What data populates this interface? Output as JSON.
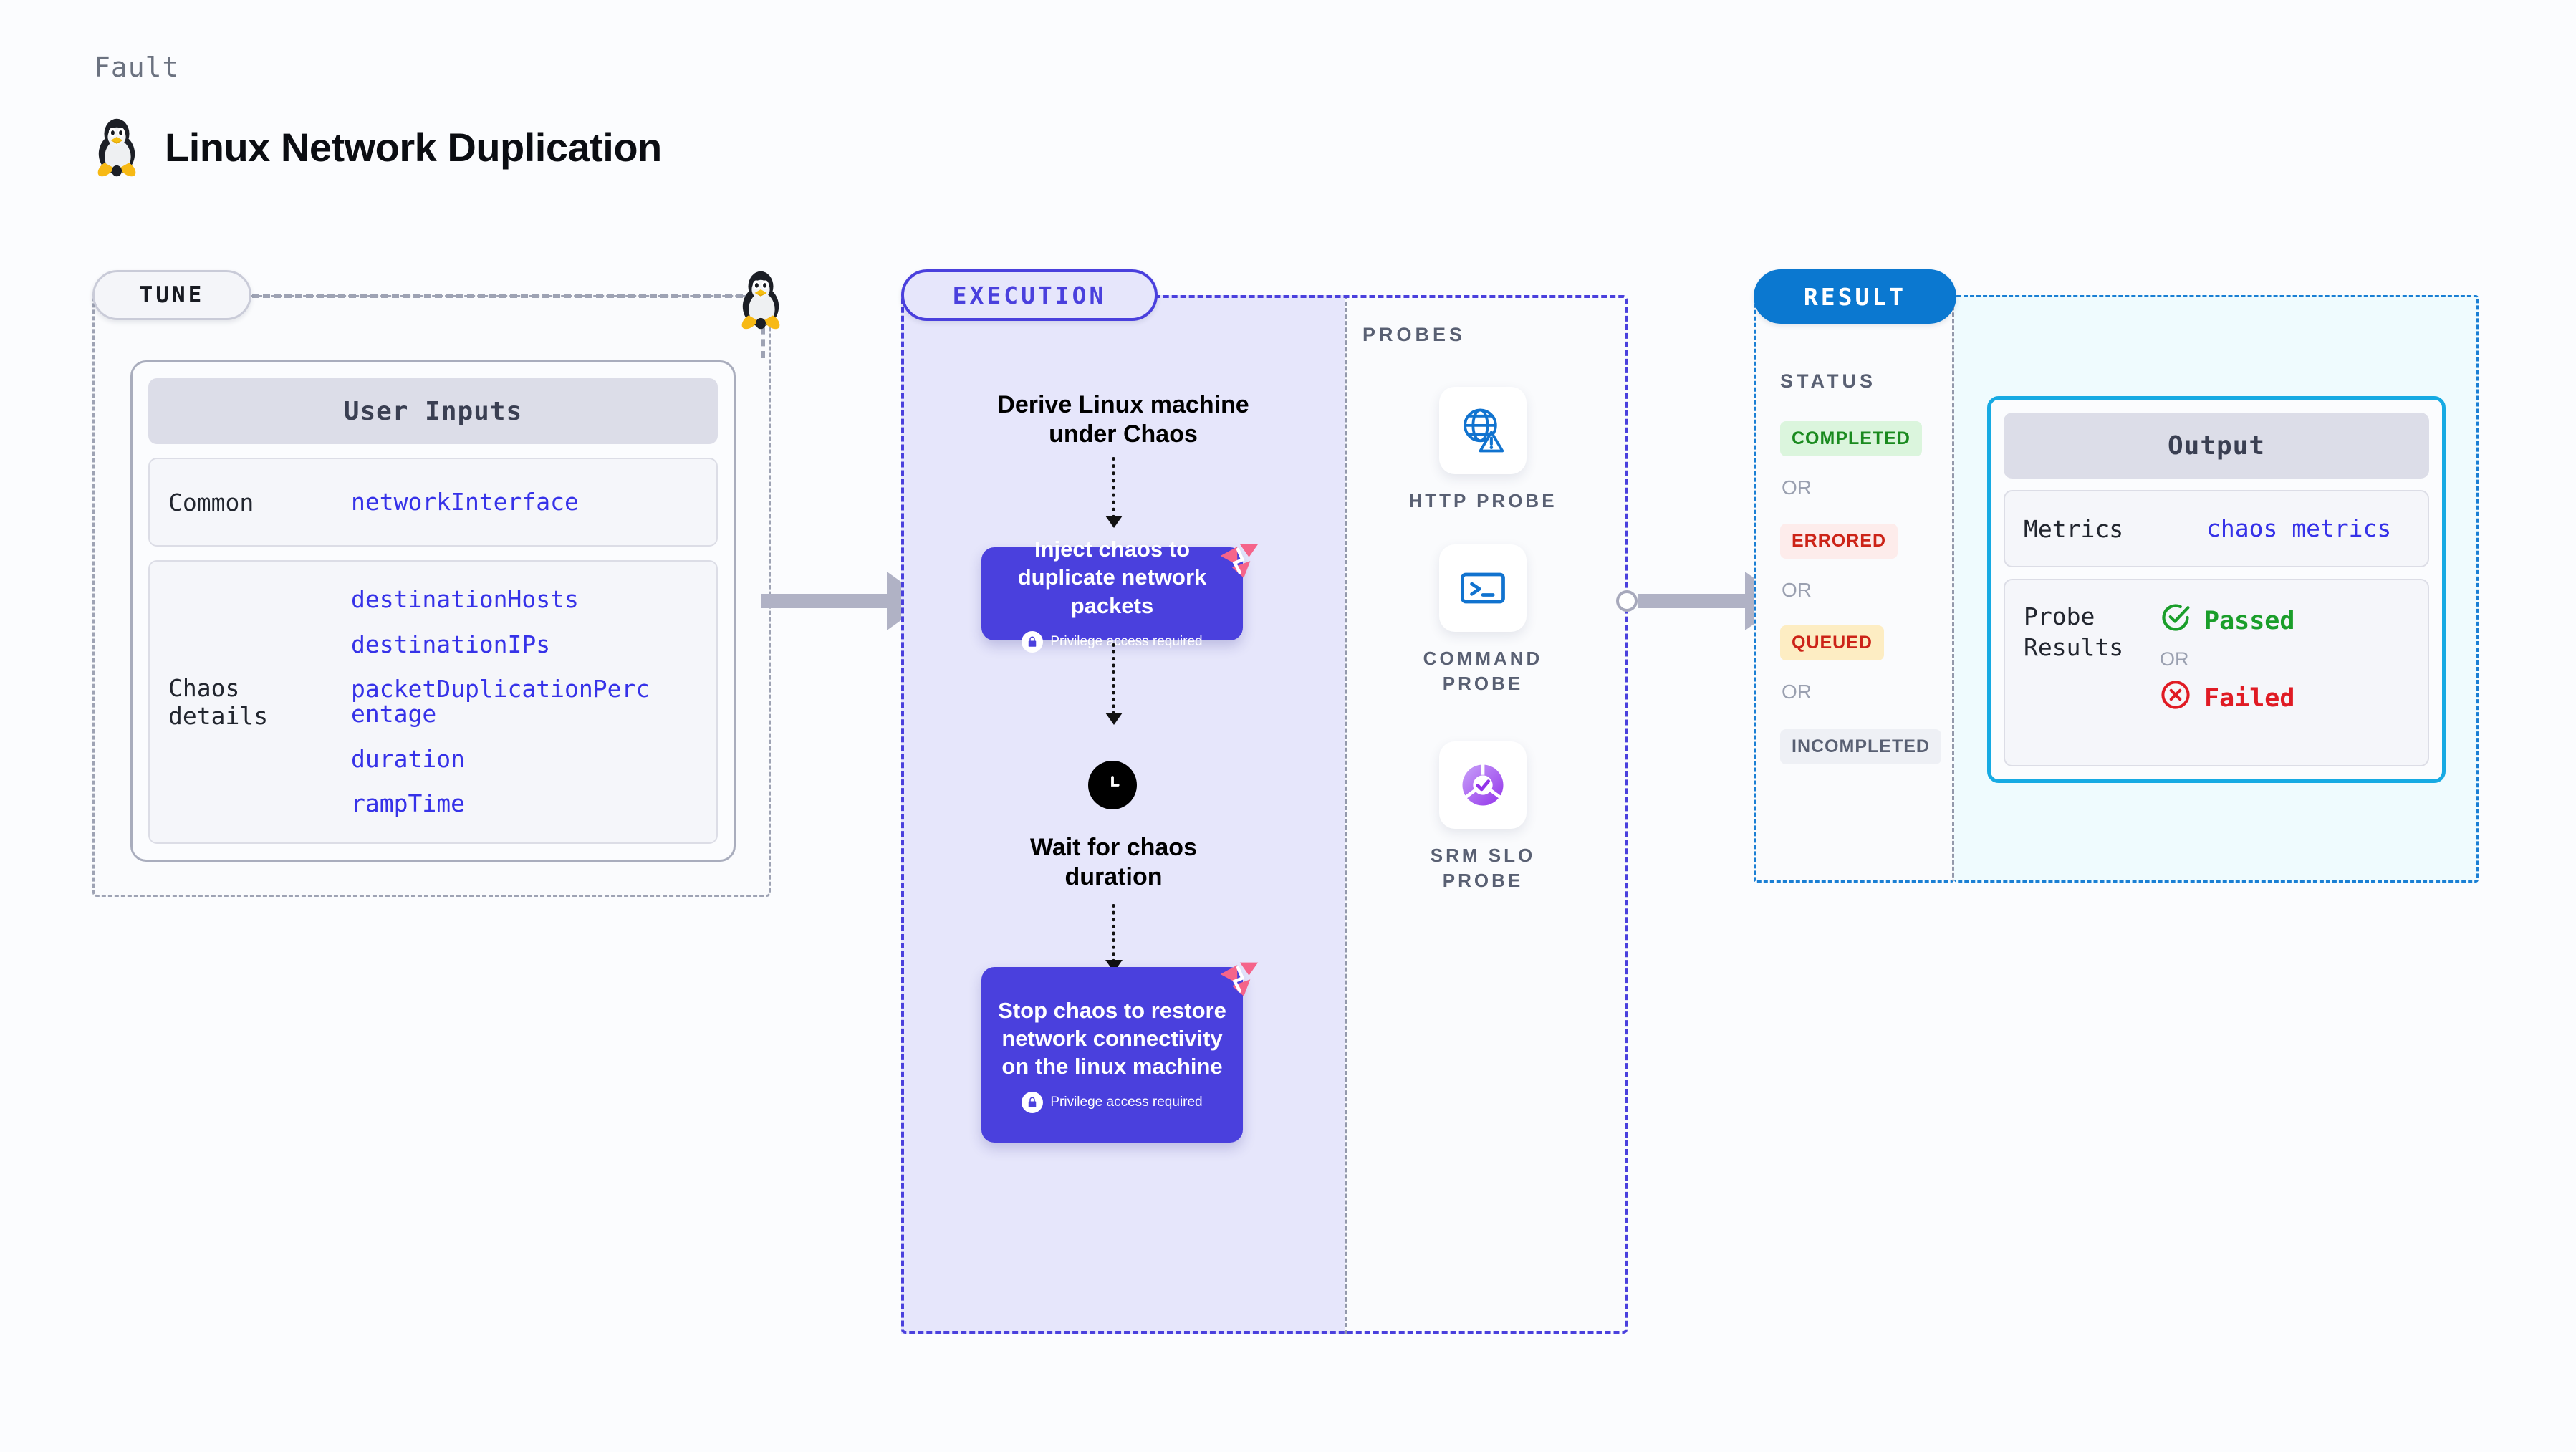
{
  "header": {
    "kicker": "Fault",
    "title": "Linux Network Duplication",
    "icon": "linux-penguin-icon"
  },
  "tune": {
    "pill_label": "TUNE",
    "icon": "linux-penguin-icon",
    "card_header": "User Inputs",
    "rows": [
      {
        "label": "Common",
        "values": [
          "networkInterface"
        ]
      },
      {
        "label": "Chaos details",
        "values": [
          "destinationHosts",
          "destinationIPs",
          "packetDuplicationPercentage",
          "duration",
          "rampTime"
        ]
      }
    ]
  },
  "execution": {
    "pill_label": "EXECUTION",
    "steps": [
      {
        "type": "text",
        "label": "Derive Linux machine under Chaos"
      },
      {
        "type": "box",
        "label": "Inject chaos to duplicate network packets",
        "privilege": "Privilege access required"
      },
      {
        "type": "wait",
        "label": "Wait for chaos duration",
        "icon": "clock-icon"
      },
      {
        "type": "box",
        "label": "Stop chaos to restore network connectivity on the linux machine",
        "privilege": "Privilege access required"
      }
    ]
  },
  "probes": {
    "title": "PROBES",
    "items": [
      {
        "name": "HTTP PROBE",
        "icon": "globe-alert-icon"
      },
      {
        "name": "COMMAND PROBE",
        "icon": "terminal-icon"
      },
      {
        "name": "SRM SLO PROBE",
        "icon": "slo-donut-check-icon"
      }
    ]
  },
  "result": {
    "pill_label": "RESULT",
    "status_title": "STATUS",
    "or_label": "OR",
    "statuses": [
      {
        "label": "COMPLETED",
        "bg": "#dbf5dd",
        "fg": "#1a8a1f"
      },
      {
        "label": "ERRORED",
        "bg": "#fdeceb",
        "fg": "#cc2418"
      },
      {
        "label": "QUEUED",
        "bg": "#fdedc3",
        "fg": "#cc2418"
      },
      {
        "label": "INCOMPLETED",
        "bg": "#eef0f5",
        "fg": "#596073"
      }
    ],
    "output": {
      "card_header": "Output",
      "metrics_label": "Metrics",
      "metrics_value": "chaos metrics",
      "probe_results_label": "Probe Results",
      "passed_label": "Passed",
      "failed_label": "Failed",
      "or_label": "OR",
      "passed_icon": "check-circle-icon",
      "failed_icon": "x-circle-icon"
    }
  },
  "colors": {
    "accent_purple": "#4a40dd",
    "accent_blue": "#0b78d0",
    "accent_cyan": "#16aae3",
    "value_blue": "#3632e8",
    "pass_green": "#1a9e2a",
    "fail_red": "#e01b24",
    "harness_pink": "#f5648a"
  }
}
